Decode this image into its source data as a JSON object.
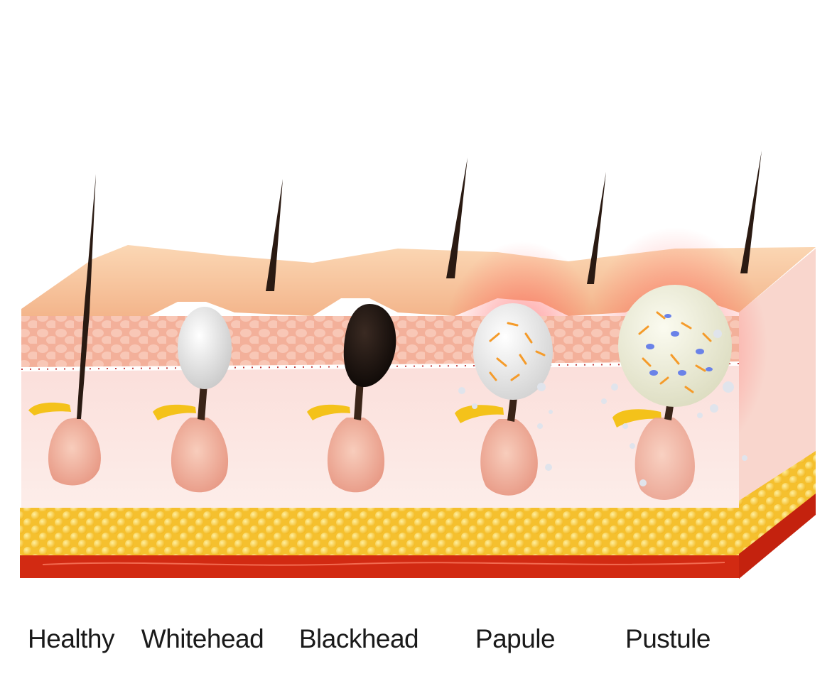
{
  "labels": {
    "healthy": "Healthy",
    "whitehead": "Whitehead",
    "blackhead": "Blackhead",
    "papule": "Papule",
    "pustule": "Pustule"
  },
  "colors": {
    "skin_surface": "#f7c9a0",
    "epidermis": "#f6b8a0",
    "dermis": "#fbe1dc",
    "fat": "#f8c93a",
    "muscle": "#d22a12",
    "sebum": "#f4c21a",
    "hair": "#2a1a12",
    "inflammation": "#ff3b3b",
    "bacteria_orange": "#f59b2a",
    "bacteria_blue": "#6a82e8"
  }
}
